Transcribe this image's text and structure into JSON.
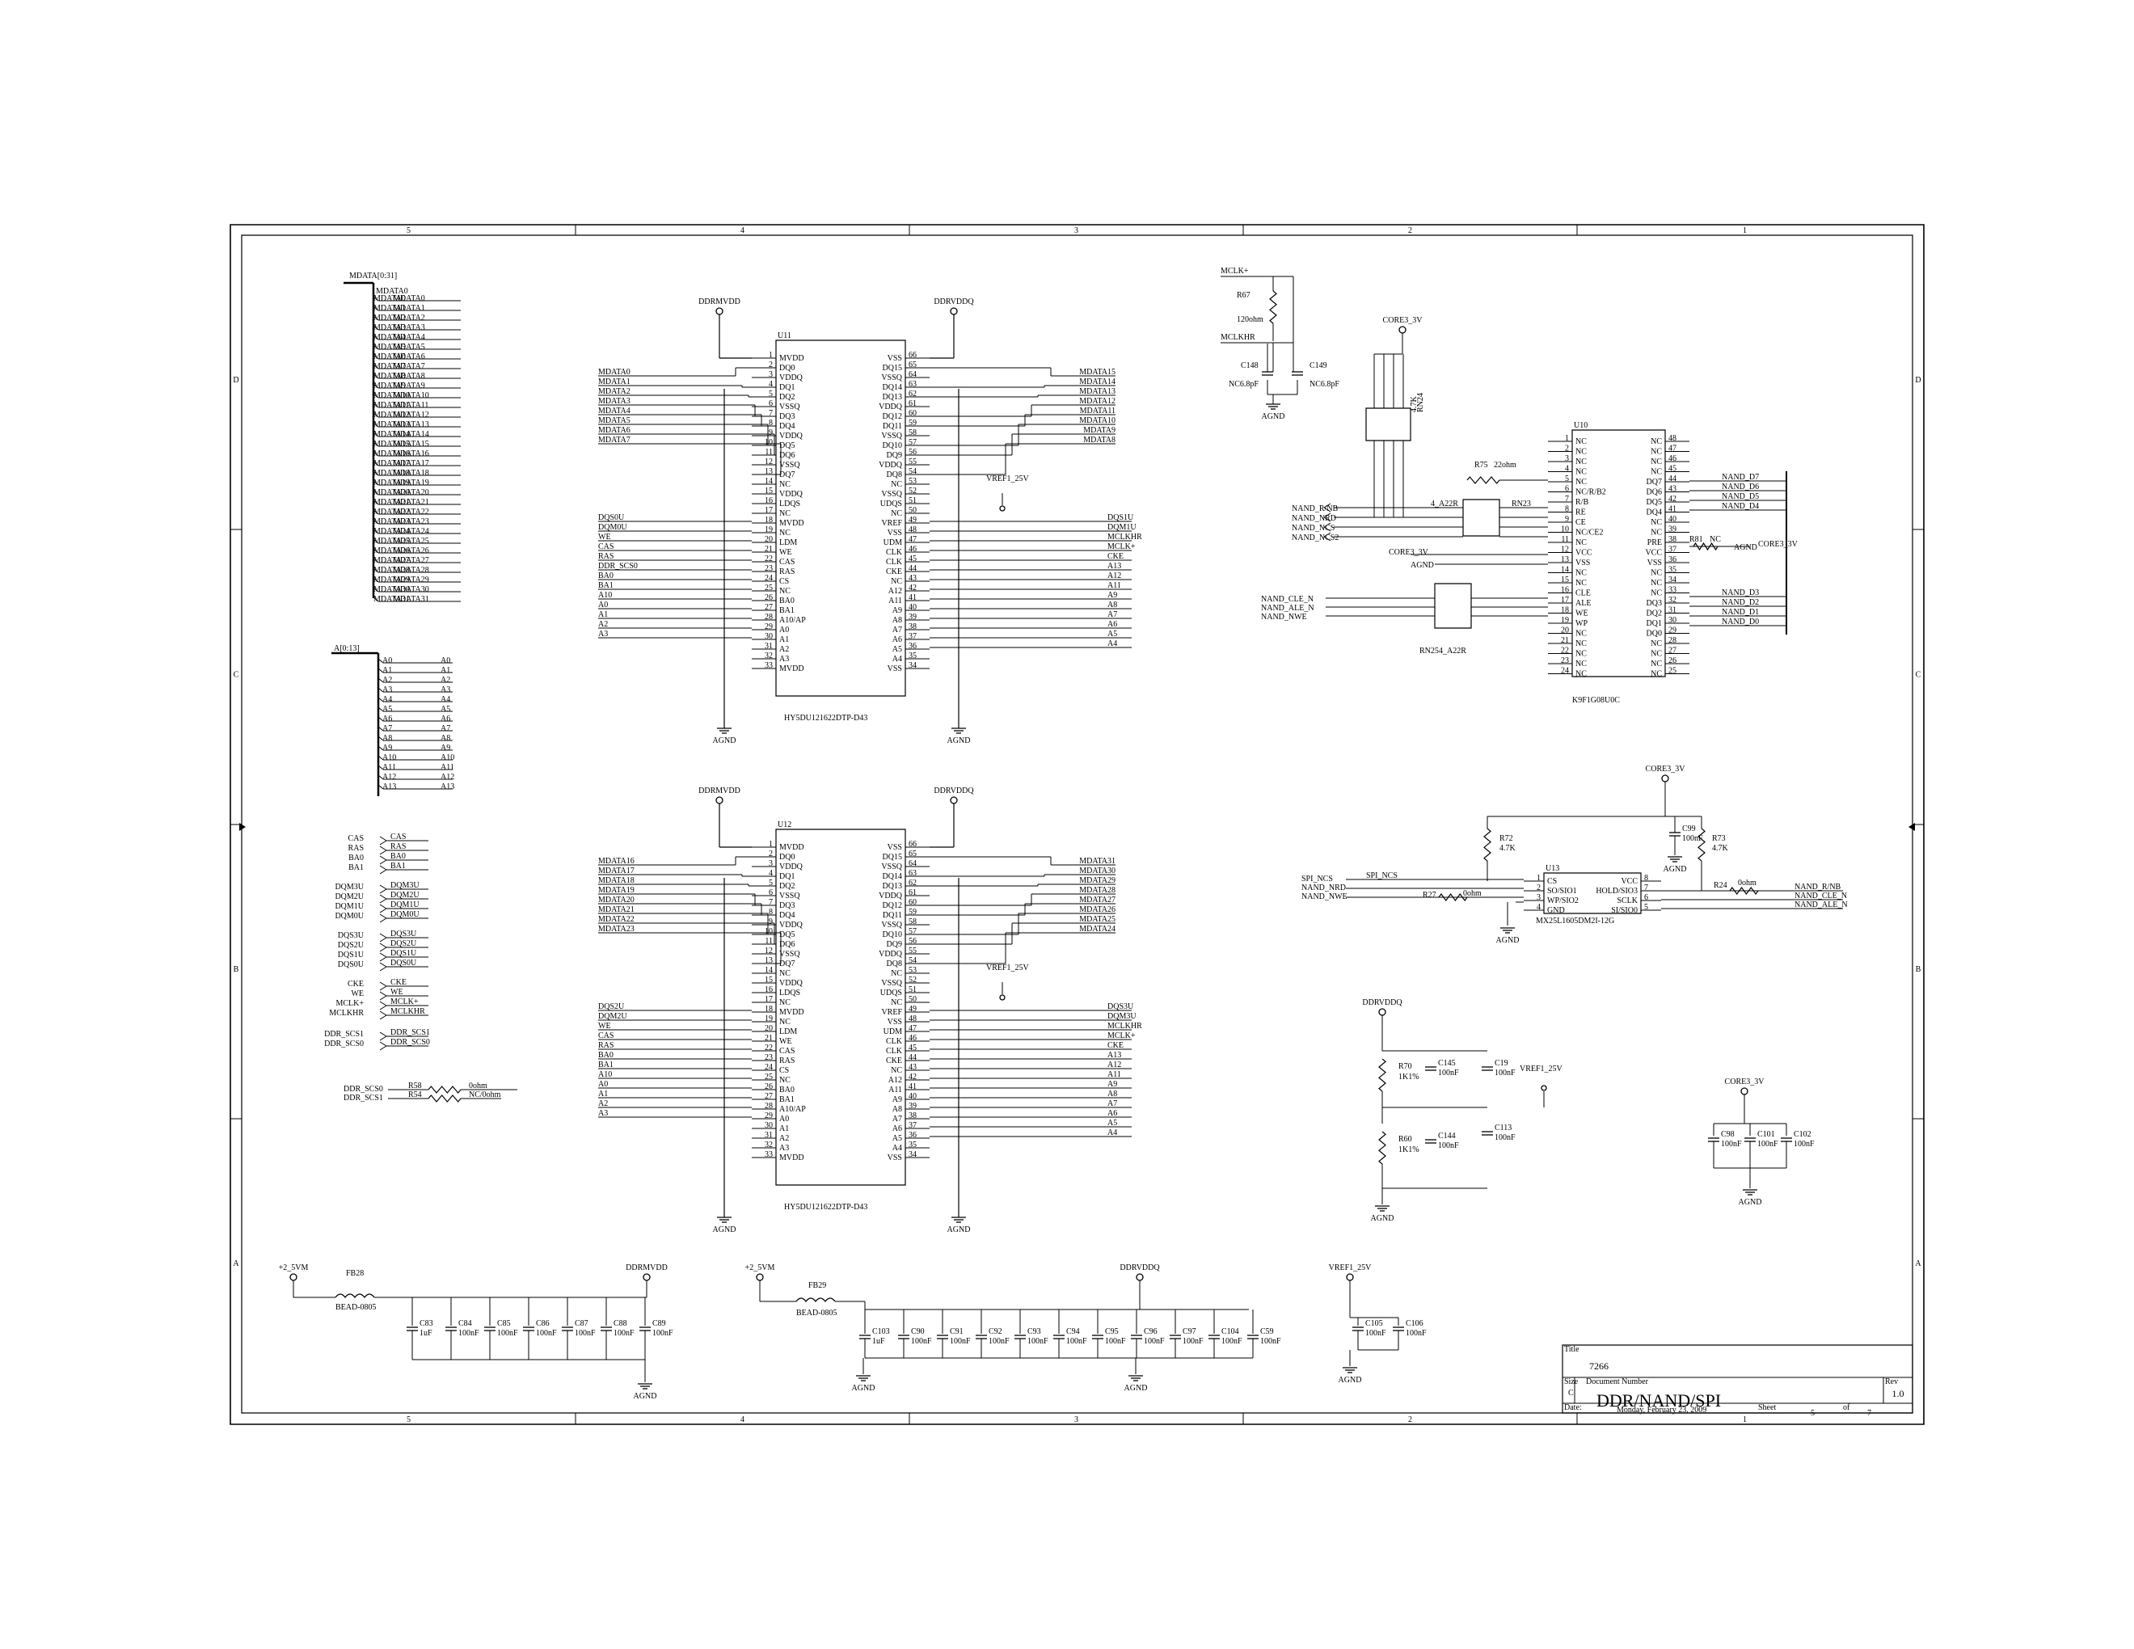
{
  "title_block": {
    "title_label": "Title",
    "title": "7266",
    "size_label": "Size",
    "size": "C",
    "doc_label": "Document Number",
    "doc": "DDR/NAND/SPI",
    "rev_label": "Rev",
    "rev": "1.0",
    "date_label": "Date:",
    "date": "Monday, February 23, 2009",
    "sheet_label": "Sheet",
    "sheet": "5",
    "of_label": "of",
    "of": "7"
  },
  "frame": {
    "cols": [
      "5",
      "4",
      "3",
      "2",
      "1"
    ],
    "rows": [
      "D",
      "C",
      "B",
      "A"
    ]
  },
  "bus_left": {
    "mdata_bus": "MDATA[0:31]",
    "mdata_first": "MDATA0",
    "mdata": [
      "MDATA0",
      "MDATA1",
      "MDATA2",
      "MDATA3",
      "MDATA4",
      "MDATA5",
      "MDATA6",
      "MDATA7",
      "MDATA8",
      "MDATA9",
      "MDATA10",
      "MDATA11",
      "MDATA12",
      "MDATA13",
      "MDATA14",
      "MDATA15",
      "MDATA16",
      "MDATA17",
      "MDATA18",
      "MDATA19",
      "MDATA20",
      "MDATA21",
      "MDATA22",
      "MDATA23",
      "MDATA24",
      "MDATA25",
      "MDATA26",
      "MDATA27",
      "MDATA28",
      "MDATA29",
      "MDATA30",
      "MDATA31"
    ],
    "a_bus": "A[0:13]",
    "a_first": "A0",
    "a": [
      "A0",
      "A1",
      "A2",
      "A3",
      "A4",
      "A5",
      "A6",
      "A7",
      "A8",
      "A9",
      "A10",
      "A11",
      "A12",
      "A13"
    ],
    "signals": [
      [
        "CAS",
        "CAS"
      ],
      [
        "RAS",
        "RAS"
      ],
      [
        "BA0",
        "BA0"
      ],
      [
        "BA1",
        "BA1"
      ],
      [
        "DQM3U",
        "DQM3U"
      ],
      [
        "DQM2U",
        "DQM2U"
      ],
      [
        "DQM1U",
        "DQM1U"
      ],
      [
        "DQM0U",
        "DQM0U"
      ],
      [
        "DQS3U",
        "DQS3U"
      ],
      [
        "DQS2U",
        "DQS2U"
      ],
      [
        "DQS1U",
        "DQS1U"
      ],
      [
        "DQS0U",
        "DQS0U"
      ],
      [
        "CKE",
        "CKE"
      ],
      [
        "WE",
        "WE"
      ],
      [
        "MCLK+",
        "MCLK+"
      ],
      [
        "MCLKHR",
        "MCLKHR"
      ],
      [
        "DDR_SCS1",
        "DDR_SCS1"
      ],
      [
        "DDR_SCS0",
        "DDR_SCS0"
      ]
    ]
  },
  "u11": {
    "ref": "U11",
    "part": "HY5DU121622DTP-D43",
    "pwr_left": "DDRMVDD",
    "pwr_right": "DDRVDDQ",
    "gnd": "AGND",
    "vref": "VREF1_25V",
    "left_pins": [
      [
        "1",
        "MVDD"
      ],
      [
        "2",
        "DQ0"
      ],
      [
        "3",
        "VDDQ"
      ],
      [
        "4",
        "DQ1"
      ],
      [
        "5",
        "DQ2"
      ],
      [
        "6",
        "VSSQ"
      ],
      [
        "7",
        "DQ3"
      ],
      [
        "8",
        "DQ4"
      ],
      [
        "9",
        "VDDQ"
      ],
      [
        "10",
        "DQ5"
      ],
      [
        "11",
        "DQ6"
      ],
      [
        "12",
        "VSSQ"
      ],
      [
        "13",
        "DQ7"
      ],
      [
        "14",
        "NC"
      ],
      [
        "15",
        "VDDQ"
      ],
      [
        "16",
        "LDQS"
      ],
      [
        "17",
        "NC"
      ],
      [
        "18",
        "MVDD"
      ],
      [
        "19",
        "NC"
      ],
      [
        "20",
        "LDM"
      ],
      [
        "21",
        "WE"
      ],
      [
        "22",
        "CAS"
      ],
      [
        "23",
        "RAS"
      ],
      [
        "24",
        "CS"
      ],
      [
        "25",
        "NC"
      ],
      [
        "26",
        "BA0"
      ],
      [
        "27",
        "BA1"
      ],
      [
        "28",
        "A10/AP"
      ],
      [
        "29",
        "A0"
      ],
      [
        "30",
        "A1"
      ],
      [
        "31",
        "A2"
      ],
      [
        "32",
        "A3"
      ],
      [
        "33",
        "MVDD"
      ]
    ],
    "right_pins": [
      [
        "66",
        "VSS"
      ],
      [
        "65",
        "DQ15"
      ],
      [
        "64",
        "VSSQ"
      ],
      [
        "63",
        "DQ14"
      ],
      [
        "62",
        "DQ13"
      ],
      [
        "61",
        "VDDQ"
      ],
      [
        "60",
        "DQ12"
      ],
      [
        "59",
        "DQ11"
      ],
      [
        "58",
        "VSSQ"
      ],
      [
        "57",
        "DQ10"
      ],
      [
        "56",
        "DQ9"
      ],
      [
        "55",
        "VDDQ"
      ],
      [
        "54",
        "DQ8"
      ],
      [
        "53",
        "NC"
      ],
      [
        "52",
        "VSSQ"
      ],
      [
        "51",
        "UDQS"
      ],
      [
        "50",
        "NC"
      ],
      [
        "49",
        "VREF"
      ],
      [
        "48",
        "VSS"
      ],
      [
        "47",
        "UDM"
      ],
      [
        "46",
        "CLK"
      ],
      [
        "45",
        "CLK"
      ],
      [
        "44",
        "CKE"
      ],
      [
        "43",
        "NC"
      ],
      [
        "42",
        "A12"
      ],
      [
        "41",
        "A11"
      ],
      [
        "40",
        "A9"
      ],
      [
        "39",
        "A8"
      ],
      [
        "38",
        "A7"
      ],
      [
        "37",
        "A6"
      ],
      [
        "36",
        "A5"
      ],
      [
        "35",
        "A4"
      ],
      [
        "34",
        "VSS"
      ]
    ],
    "left_nets": [
      "MDATA0",
      "MDATA1",
      "MDATA2",
      "MDATA3",
      "MDATA4",
      "MDATA5",
      "MDATA6",
      "MDATA7"
    ],
    "left_ctrl": [
      "DQS0U",
      "DQM0U",
      "WE",
      "CAS",
      "RAS",
      "DDR_SCS0",
      "BA0",
      "BA1",
      "A10",
      "A0",
      "A1",
      "A2",
      "A3"
    ],
    "right_nets": [
      "MDATA15",
      "MDATA14",
      "MDATA13",
      "MDATA12",
      "MDATA11",
      "MDATA10",
      "MDATA9",
      "MDATA8"
    ],
    "right_ctrl": [
      "DQS1U",
      "DQM1U",
      "MCLKHR",
      "MCLK+",
      "CKE",
      "A13",
      "A12",
      "A11",
      "A9",
      "A8",
      "A7",
      "A6",
      "A5",
      "A4"
    ]
  },
  "u12": {
    "ref": "U12",
    "part": "HY5DU121622DTP-D43",
    "pwr_left": "DDRMVDD",
    "pwr_right": "DDRVDDQ",
    "gnd": "AGND",
    "vref": "VREF1_25V",
    "left_nets": [
      "MDATA16",
      "MDATA17",
      "MDATA18",
      "MDATA19",
      "MDATA20",
      "MDATA21",
      "MDATA22",
      "MDATA23"
    ],
    "left_ctrl": [
      "DQS2U",
      "DQM2U",
      "WE",
      "CAS",
      "RAS",
      "BA0",
      "BA1",
      "A10",
      "A0",
      "A1",
      "A2",
      "A3"
    ],
    "right_nets": [
      "MDATA31",
      "MDATA30",
      "MDATA29",
      "MDATA28",
      "MDATA27",
      "MDATA26",
      "MDATA25",
      "MDATA24"
    ],
    "right_ctrl": [
      "DQS3U",
      "DQM3U",
      "MCLKHR",
      "MCLK+",
      "CKE",
      "A13",
      "A12",
      "A11",
      "A9",
      "A8",
      "A7",
      "A6",
      "A5",
      "A4"
    ],
    "scs": {
      "in0": "DDR_SCS0",
      "in1": "DDR_SCS1",
      "r58": "R58",
      "r54": "R54",
      "v0": "0ohm",
      "v1": "NC/0ohm"
    }
  },
  "clock": {
    "net_top": "MCLK+",
    "r": "R67",
    "rv": "120ohm",
    "net_bot": "MCLKHR",
    "c1": "C148",
    "c1v": "NC6.8pF",
    "c2": "C149",
    "c2v": "NC6.8pF",
    "gnd": "AGND"
  },
  "nand": {
    "ref": "U10",
    "part": "K9F1G08U0C",
    "pwr": "CORE3_3V",
    "rn24": "RN24",
    "rn24v": "4.7K",
    "r75": "R75",
    "r75v": "22ohm",
    "rn23": "RN23",
    "rn23v": "4_A22R",
    "rn25": "RN25",
    "rn25v": "4_A22R",
    "r81": "R81",
    "r81v": "NC",
    "agnd": "AGND",
    "left_in": [
      "NAND_R/NB",
      "NAND_NRD",
      "NAND_NCS",
      "NAND_NCS2"
    ],
    "left_in2": [
      "NAND_CLE_N",
      "NAND_ALE_N",
      "NAND_NWE"
    ],
    "left_pins": [
      [
        "1",
        "NC"
      ],
      [
        "2",
        "NC"
      ],
      [
        "3",
        "NC"
      ],
      [
        "4",
        "NC"
      ],
      [
        "5",
        "NC"
      ],
      [
        "6",
        "NC/R/B2"
      ],
      [
        "7",
        "R/B"
      ],
      [
        "8",
        "RE"
      ],
      [
        "9",
        "CE"
      ],
      [
        "10",
        "NC/CE2"
      ],
      [
        "11",
        "NC"
      ],
      [
        "12",
        "VCC"
      ],
      [
        "13",
        "VSS"
      ],
      [
        "14",
        "NC"
      ],
      [
        "15",
        "NC"
      ],
      [
        "16",
        "CLE"
      ],
      [
        "17",
        "ALE"
      ],
      [
        "18",
        "WE"
      ],
      [
        "19",
        "WP"
      ],
      [
        "20",
        "NC"
      ],
      [
        "21",
        "NC"
      ],
      [
        "22",
        "NC"
      ],
      [
        "23",
        "NC"
      ],
      [
        "24",
        "NC"
      ]
    ],
    "right_pins": [
      [
        "48",
        "NC"
      ],
      [
        "47",
        "NC"
      ],
      [
        "46",
        "NC"
      ],
      [
        "45",
        "NC"
      ],
      [
        "44",
        "DQ7"
      ],
      [
        "43",
        "DQ6"
      ],
      [
        "42",
        "DQ5"
      ],
      [
        "41",
        "DQ4"
      ],
      [
        "40",
        "NC"
      ],
      [
        "39",
        "NC"
      ],
      [
        "38",
        "PRE"
      ],
      [
        "37",
        "VCC"
      ],
      [
        "36",
        "VSS"
      ],
      [
        "35",
        "NC"
      ],
      [
        "34",
        "NC"
      ],
      [
        "33",
        "NC"
      ],
      [
        "32",
        "DQ3"
      ],
      [
        "31",
        "DQ2"
      ],
      [
        "30",
        "DQ1"
      ],
      [
        "29",
        "DQ0"
      ],
      [
        "28",
        "NC"
      ],
      [
        "27",
        "NC"
      ],
      [
        "26",
        "NC"
      ],
      [
        "25",
        "NC"
      ]
    ],
    "right_out": [
      "NAND_D7",
      "NAND_D6",
      "NAND_D5",
      "NAND_D4",
      "NAND_D3",
      "NAND_D2",
      "NAND_D1",
      "NAND_D0"
    ]
  },
  "spi": {
    "ref": "U13",
    "part": "MX25L1605DM2I-12G",
    "pwr": "CORE3_3V",
    "r72": "R72",
    "r72v": "4.7K",
    "r73": "R73",
    "r73v": "4.7K",
    "c99": "C99",
    "c99v": "100nF",
    "r27": "R27",
    "r27v": "0ohm",
    "r24": "R24",
    "r24v": "0ohm",
    "gnd": "AGND",
    "left_in": [
      "SPI_NCS",
      "NAND_NRD",
      "NAND_NWE"
    ],
    "left_in_label": "SPI_NCS",
    "left_pins": [
      [
        "1",
        "CS"
      ],
      [
        "2",
        "SO/SIO1"
      ],
      [
        "3",
        "WP/SIO2"
      ],
      [
        "4",
        "GND"
      ]
    ],
    "right_pins": [
      [
        "8",
        "VCC"
      ],
      [
        "7",
        "HOLD/SIO3"
      ],
      [
        "6",
        "SCLK"
      ],
      [
        "5",
        "SI/SIO0"
      ]
    ],
    "right_out": [
      "NAND_R/NB",
      "NAND_CLE_N",
      "NAND_ALE_N"
    ]
  },
  "vref": {
    "pwr": "DDRVDDQ",
    "r70": "R70",
    "r70v": "1K1%",
    "r60": "R60",
    "r60v": "1K1%",
    "c145": "C145",
    "c145v": "100nF",
    "c19": "C19",
    "c19v": "100nF",
    "c144": "C144",
    "c144v": "100nF",
    "c113": "C113",
    "c113v": "100nF",
    "out": "VREF1_25V",
    "gnd": "AGND"
  },
  "core_caps": {
    "pwr": "CORE3_3V",
    "caps": [
      [
        "C98",
        "100nF"
      ],
      [
        "C101",
        "100nF"
      ],
      [
        "C102",
        "100nF"
      ]
    ],
    "gnd": "AGND"
  },
  "mvdd_supply": {
    "in": "+2_5VM",
    "fb": "FB28",
    "fbv": "BEAD-0805",
    "out": "DDRMVDD",
    "caps": [
      [
        "C83",
        "1uF"
      ],
      [
        "C84",
        "100nF"
      ],
      [
        "C85",
        "100nF"
      ],
      [
        "C86",
        "100nF"
      ],
      [
        "C87",
        "100nF"
      ],
      [
        "C88",
        "100nF"
      ],
      [
        "C89",
        "100nF"
      ]
    ],
    "gnd": "AGND"
  },
  "vddq_supply": {
    "in": "+2_5VM",
    "fb": "FB29",
    "fbv": "BEAD-0805",
    "out": "DDRVDDQ",
    "caps": [
      [
        "C103",
        "1uF"
      ],
      [
        "C90",
        "100nF"
      ],
      [
        "C91",
        "100nF"
      ],
      [
        "C92",
        "100nF"
      ],
      [
        "C93",
        "100nF"
      ],
      [
        "C94",
        "100nF"
      ],
      [
        "C95",
        "100nF"
      ],
      [
        "C96",
        "100nF"
      ],
      [
        "C97",
        "100nF"
      ],
      [
        "C104",
        "100nF"
      ],
      [
        "C59",
        "100nF"
      ]
    ],
    "gnd": "AGND"
  },
  "vref_caps": {
    "pwr": "VREF1_25V",
    "caps": [
      [
        "C105",
        "100nF"
      ],
      [
        "C106",
        "100nF"
      ]
    ],
    "gnd": "AGND"
  }
}
